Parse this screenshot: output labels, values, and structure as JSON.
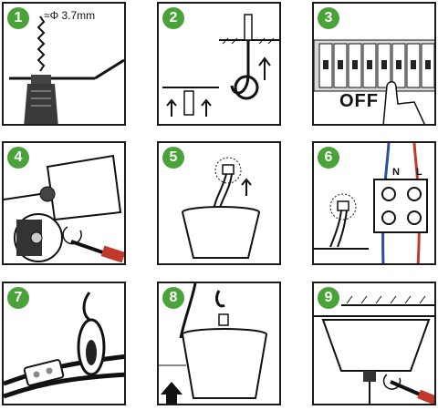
{
  "steps": [
    {
      "number": "1",
      "label": "≈Φ 3.7mm"
    },
    {
      "number": "2"
    },
    {
      "number": "3",
      "label": "OFF"
    },
    {
      "number": "4"
    },
    {
      "number": "5"
    },
    {
      "number": "6",
      "wire_labels": [
        "N",
        "L"
      ]
    },
    {
      "number": "7"
    },
    {
      "number": "8"
    },
    {
      "number": "9"
    }
  ],
  "colors": {
    "badge": "#4aa339",
    "wire_blue": "#2b4f9e",
    "wire_red": "#c0392b",
    "outline": "#1a1a1a"
  }
}
